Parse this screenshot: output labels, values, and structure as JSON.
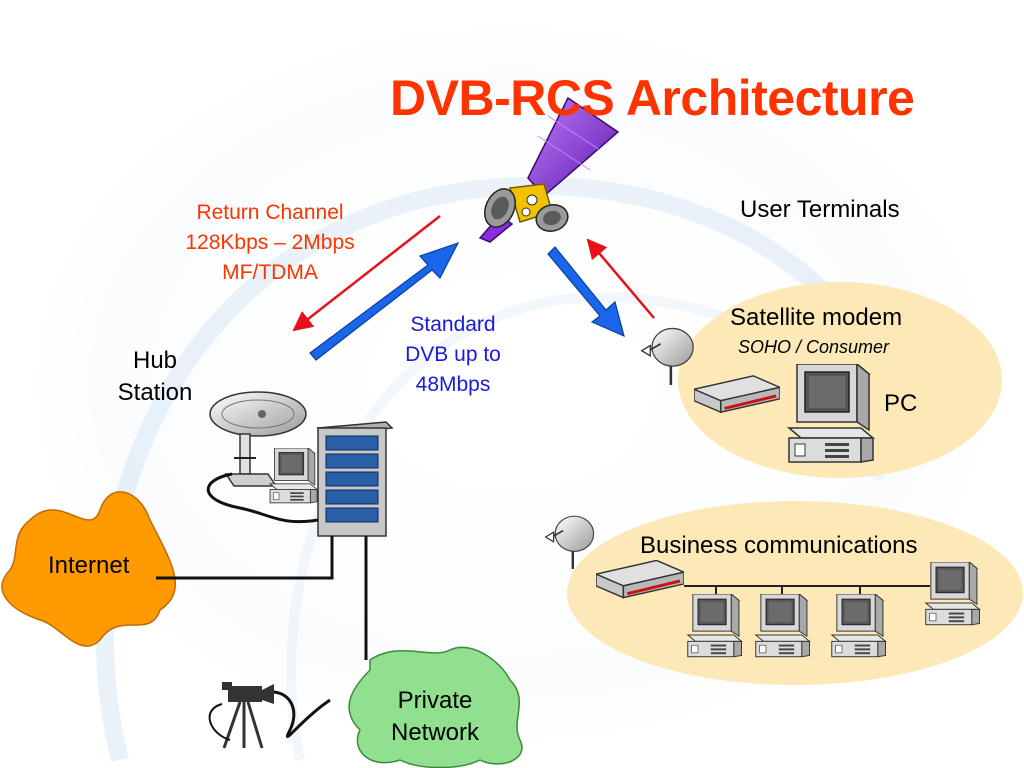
{
  "title": "DVB-RCS Architecture",
  "return_channel": {
    "line1": "Return Channel",
    "line2": "128Kbps – 2Mbps",
    "line3": "MF/TDMA"
  },
  "forward_channel": {
    "line1": "Standard",
    "line2": "DVB up to",
    "line3": "48Mbps"
  },
  "hub_station": {
    "line1": "Hub",
    "line2": "Station"
  },
  "user_terminals": "User Terminals",
  "satellite_modem": {
    "label": "Satellite modem",
    "sublabel": "SOHO / Consumer"
  },
  "pc_label": "PC",
  "business": "Business communications",
  "internet": "Internet",
  "private_network": {
    "line1": "Private",
    "line2": "Network"
  },
  "colors": {
    "title": "#ff3300",
    "return_arrow": "#e8101a",
    "forward_arrow": "#1a66e8",
    "cloud_internet": "#ff9a00",
    "cloud_private": "#90e090",
    "ellipse_fill": "#fde8b8",
    "satellite_panel": "#8a2be2",
    "link_text": "#1a1adb"
  }
}
